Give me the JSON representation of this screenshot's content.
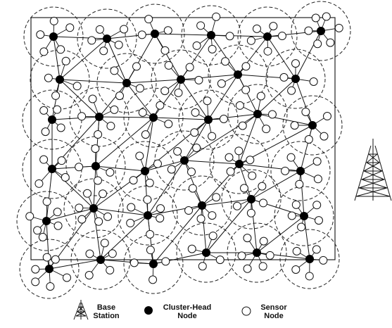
{
  "legend": {
    "base_station_label": "Base\nStation",
    "cluster_head_label": "Cluster-Head\nNode",
    "sensor_label": "Sensor\nNode"
  },
  "colors": {
    "line": "#111111",
    "cluster_head_fill": "#000000",
    "sensor_fill": "#ffffff",
    "coverage_dash": "#222222"
  },
  "icons": [
    "base-station-tower-icon",
    "cluster-head-node-icon",
    "sensor-node-icon"
  ]
}
